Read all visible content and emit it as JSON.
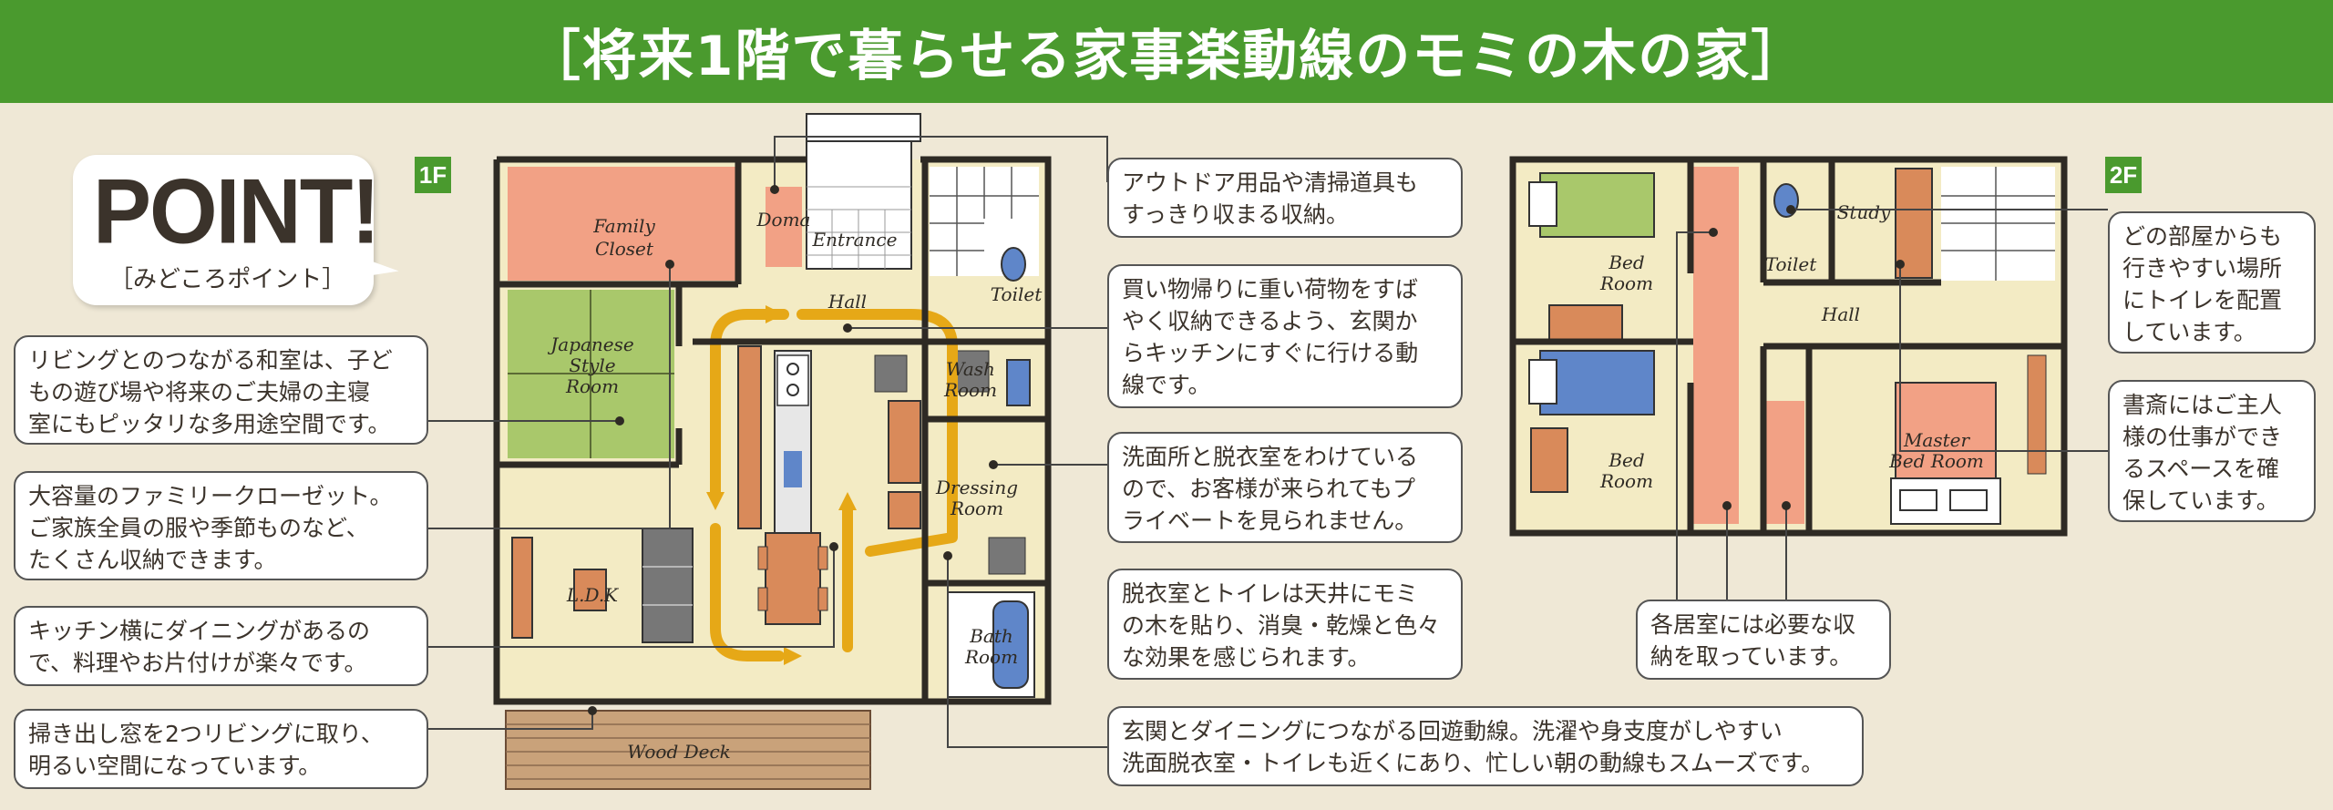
{
  "banner": {
    "title": "［将来1階で暮らせる家事楽動線のモミの木の家］"
  },
  "point": {
    "title": "POINT!",
    "subtitle": "［みどころポイント］"
  },
  "floors": {
    "first": "1F",
    "second": "2F"
  },
  "rooms_1f": {
    "family_closet": "Family Closet",
    "doma": "Doma",
    "entrance": "Entrance",
    "hall": "Hall",
    "toilet": "Toilet",
    "japanese_room": "Japanese Style Room",
    "wash_room": "Wash Room",
    "dressing_room": "Dressing Room",
    "ldk": "L.D.K",
    "bath_room": "Bath Room",
    "wood_deck": "Wood Deck"
  },
  "rooms_2f": {
    "bed_room_1": "Bed Room",
    "toilet": "Toilet",
    "study": "Study",
    "hall": "Hall",
    "bed_room_2": "Bed Room",
    "master_bed_room": "Master Bed Room"
  },
  "callouts": {
    "washitsu": "リビングとのつながる和室は、子ど\nもの遊び場や将来のご夫婦の主寝\n室にもピッタリな多用途空間です。",
    "closet": "大容量のファミリークローゼット。\nご家族全員の服や季節ものなど、\nたくさん収納できます。",
    "dining": "キッチン横にダイニングがあるの\nで、料理やお片付けが楽々です。",
    "window": "掃き出し窓を2つリビングに取り、\n明るい空間になっています。",
    "outdoor": "アウトドア用品や清掃道具も\nすっきり収まる収納。",
    "shopping": "買い物帰りに重い荷物をすば\nやく収納できるよう、玄関か\nらキッチンにすぐに行ける動\n線です。",
    "wash": "洗面所と脱衣室をわけている\nので、お客様が来られてもプ\nライベートを見られません。",
    "momi": "脱衣室とトイレは天井にモミ\nの木を貼り、消臭・乾燥と色々\nな効果を感じられます。",
    "loop": "玄関とダイニングにつながる回遊動線。洗濯や身支度がしやすい\n洗面脱衣室・トイレも近くにあり、忙しい朝の動線もスムーズです。",
    "storage2f": "各居室には必要な収\n納を取っています。",
    "toilet2f": "どの部屋からも\n行きやすい場所\nにトイレを配置\nしています。",
    "study2f": "書斎にはご主人\n様の仕事ができ\nるスペースを確\n保しています。"
  }
}
